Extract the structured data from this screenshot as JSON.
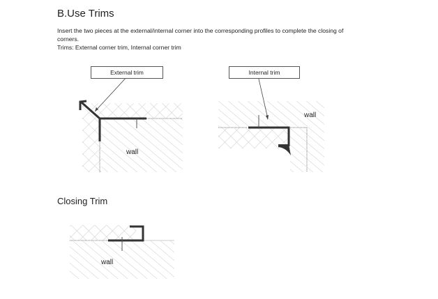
{
  "section_title": "B.Use Trims",
  "paragraph": {
    "line1": "Insert the two pieces at the external/internal corner into the corresponding profiles to complete the closing of",
    "line2": "corners.",
    "line3": "Trims: External corner trim, Internal corner trim"
  },
  "figures": {
    "external": {
      "label": "External trim",
      "wall": "wall"
    },
    "internal": {
      "label": "Internal trim",
      "wall": "wall"
    },
    "closing": {
      "title": "Closing Trim",
      "wall": "wall"
    }
  }
}
